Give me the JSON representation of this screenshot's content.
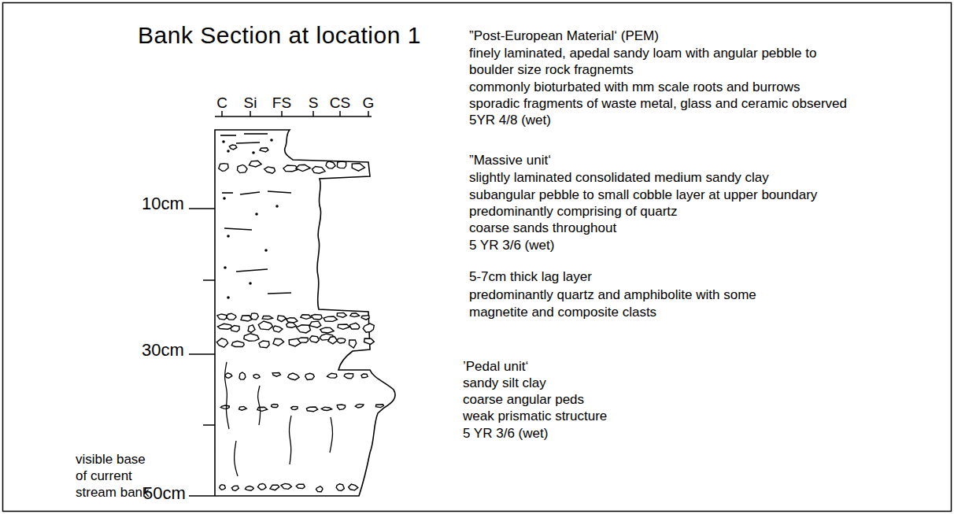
{
  "diagram": {
    "title": "Bank Section at location 1",
    "labels": [
      "C",
      "Si",
      "FS",
      "S",
      "CS",
      "G",
      "10cm",
      "30cm",
      "50cm",
      "visible base",
      "of current",
      "stream bank",
      "”Post-European Material‘ (PEM)",
      "finely laminated, apedal sandy loam with angular pebble to",
      "boulder size rock fragnemts",
      "commonly bioturbated with mm scale roots and burrows",
      "sporadic fragments of waste metal, glass and ceramic observed",
      "5YR 4/8 (wet)",
      "”Massive unit‘",
      "slightly laminated consolidated medium sandy clay",
      "subangular pebble to small cobble layer at upper boundary",
      "predominantly comprising of quartz",
      "coarse sands throughout",
      "5 YR 3/6 (wet)",
      "5-7cm thick lag layer",
      "predominantly quartz and amphibolite with some",
      "magnetite and composite clasts",
      "’Pedal unit‘",
      "sandy silt clay",
      "coarse angular peds",
      "weak prismatic structure",
      "5 YR 3/6 (wet)"
    ]
  }
}
